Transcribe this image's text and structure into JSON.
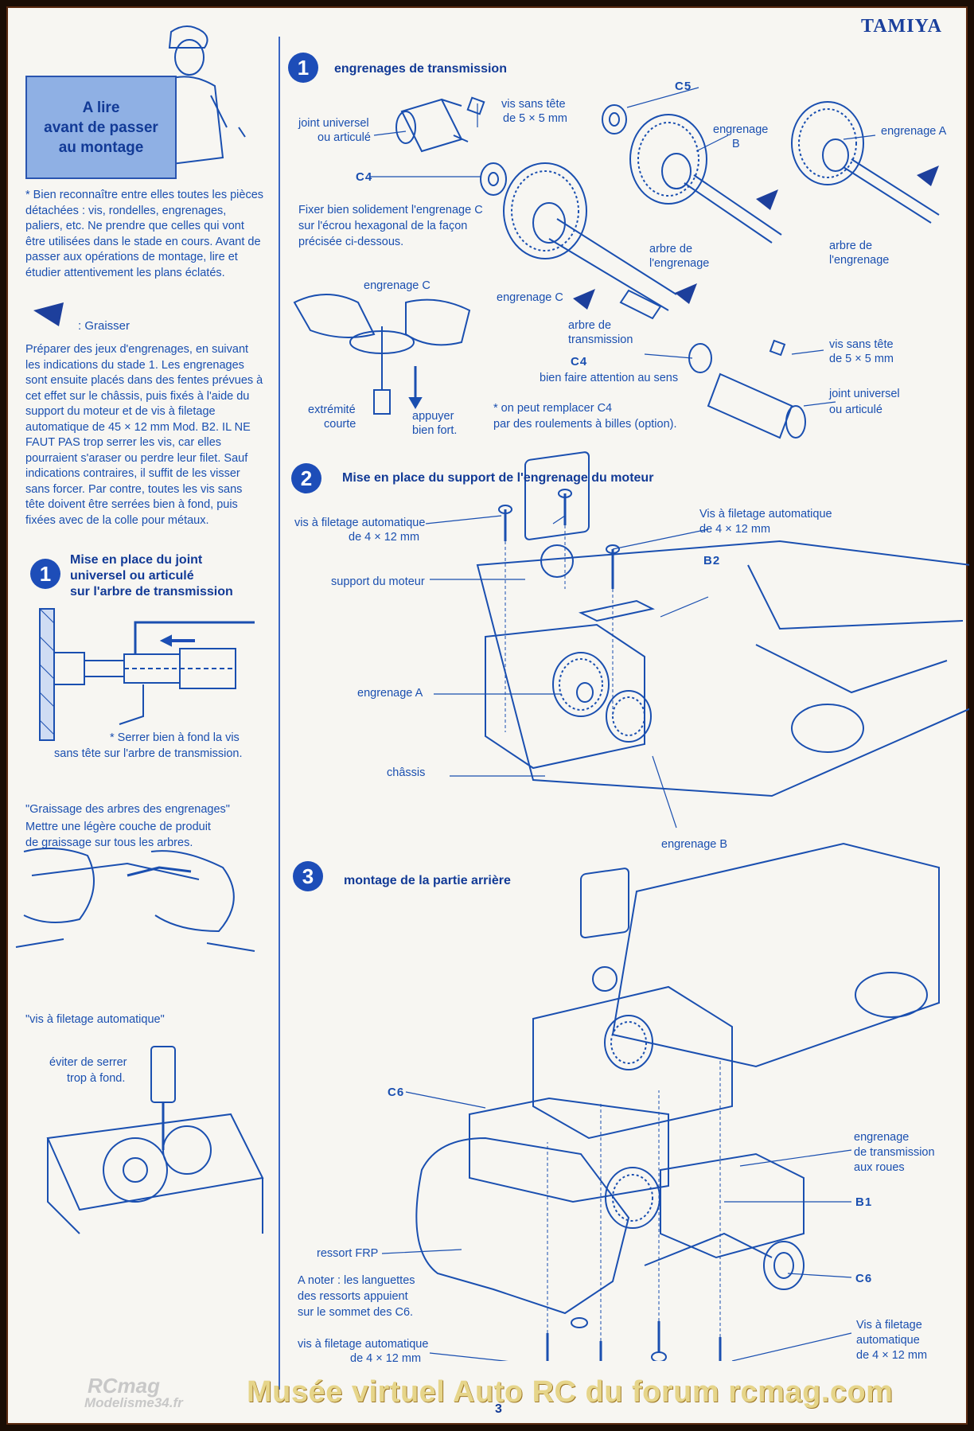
{
  "brand": "TAMIYA",
  "intro": {
    "title_lines": [
      "A lire",
      "avant de passer",
      "au montage"
    ],
    "paragraph1": "* Bien reconnaître entre elles toutes les pièces détachées : vis, rondelles, engrenages, paliers, etc. Ne prendre que celles qui vont être utilisées dans le stade en cours. Avant de passer aux opérations de montage, lire et étudier attentivement les plans éclatés.",
    "grease_legend": ": Graisser",
    "paragraph2": "Préparer des jeux d'engrenages, en suivant les indications du stade 1. Les engrenages sont ensuite placés dans des fentes prévues à cet effet sur le châssis, puis fixés à l'aide du support du moteur et de vis à filetage automatique de 45 × 12 mm Mod. B2. IL NE FAUT PAS trop serrer les vis, car elles pourraient s'araser ou perdre leur filet. Sauf indications contraires, il suffit de les visser sans forcer. Par contre, toutes les vis sans tête doivent être serrées bien à fond, puis fixées avec de la colle pour métaux."
  },
  "sidebar_step": {
    "number": "1",
    "title_lines": [
      "Mise en place du joint",
      "universel ou articulé",
      "sur l'arbre de transmission"
    ],
    "note_line1": "* Serrer bien à fond la vis",
    "note_line2": "sans tête sur l'arbre de transmission.",
    "grease_title": "\"Graissage des arbres des engrenages\"",
    "grease_text_lines": [
      "Mettre une légère couche de produit",
      "de graissage sur tous les arbres."
    ],
    "screw_title": "\"vis à filetage automatique\"",
    "screw_warning_lines": [
      "éviter de serrer",
      "trop à fond."
    ]
  },
  "step1": {
    "number": "1",
    "title": "engrenages de transmission",
    "labels": {
      "joint1_a": "joint universel",
      "joint1_b": "ou articulé",
      "screw_a": "vis sans tête",
      "screw_b": "de 5 × 5 mm",
      "c5": "C5",
      "c4_top": "C4",
      "gear_b_a": "engrenage",
      "gear_b_b": "B",
      "gear_a": "engrenage A",
      "fix_1": "Fixer bien solidement l'engrenage C",
      "fix_2": "sur l'écrou hexagonal de la façon",
      "fix_3": "précisée ci-dessous.",
      "shaft_b_a": "arbre de",
      "shaft_b_b": "l'engrenage",
      "shaft_a_a": "arbre de",
      "shaft_a_b": "l'engrenage",
      "gear_c_top": "engrenage C",
      "gear_c_mid": "engrenage C",
      "trans_a": "arbre de",
      "trans_b": "transmission",
      "c4_bottom": "C4",
      "c4_note": "bien faire attention au sens",
      "screw2_a": "vis sans tête",
      "screw2_b": "de 5 × 5 mm",
      "joint2_a": "joint universel",
      "joint2_b": "ou articulé",
      "end_a": "extrémité",
      "end_b": "courte",
      "press_a": "appuyer",
      "press_b": "bien fort.",
      "option_1": "* on peut remplacer C4",
      "option_2": "par des roulements à billes (option)."
    }
  },
  "step2": {
    "number": "2",
    "title": "Mise en place du support de l'engrenage du moteur",
    "labels": {
      "screw_l_a": "vis à filetage automatique",
      "screw_l_b": "de 4 × 12 mm",
      "screw_r_a": "Vis à filetage automatique",
      "screw_r_b": "de 4 × 12 mm",
      "b2": "B2",
      "motor_support": "support du moteur",
      "gear_a": "engrenage A",
      "chassis": "châssis",
      "gear_b": "engrenage B"
    }
  },
  "step3": {
    "number": "3",
    "title": "montage de la partie arrière",
    "labels": {
      "c6_top": "C6",
      "trans_a": "engrenage",
      "trans_b": "de transmission",
      "trans_c": "aux roues",
      "b1": "B1",
      "frp": "ressort FRP",
      "note_1": "A noter : les languettes",
      "note_2": "des ressorts appuient",
      "note_3": "sur le sommet des C6.",
      "c6_bottom": "C6",
      "screw_l_a": "vis à filetage automatique",
      "screw_l_b": "de 4 × 12 mm",
      "screw_r_a": "Vis à filetage",
      "screw_r_b": "automatique",
      "screw_r_c": "de 4 × 12 mm"
    }
  },
  "footer": {
    "logo_line1": "RCmag",
    "logo_line2": "Modelisme34.fr",
    "watermark": "Musée virtuel Auto RC du forum rcmag.com",
    "page_number": "3"
  }
}
